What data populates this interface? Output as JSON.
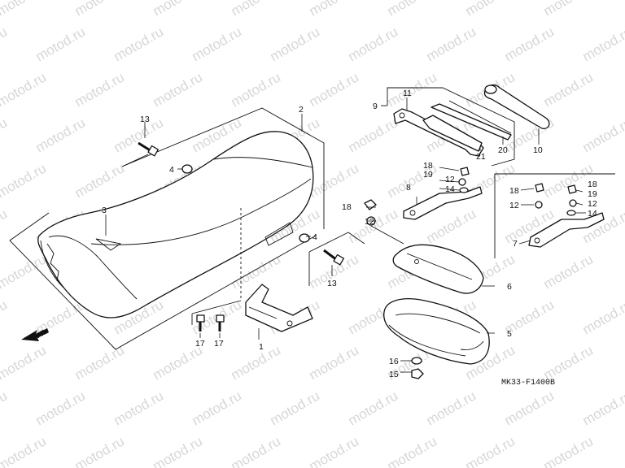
{
  "watermark": "motod.ru",
  "diagram_code": "MK33-F1400B",
  "direction_label": "FR.",
  "callouts": [
    {
      "id": "c1",
      "text": "1"
    },
    {
      "id": "c2",
      "text": "2"
    },
    {
      "id": "c3",
      "text": "3"
    },
    {
      "id": "c4a",
      "text": "4"
    },
    {
      "id": "c4b",
      "text": "4"
    },
    {
      "id": "c5",
      "text": "5"
    },
    {
      "id": "c6",
      "text": "6"
    },
    {
      "id": "c7",
      "text": "7"
    },
    {
      "id": "c8",
      "text": "8"
    },
    {
      "id": "c9",
      "text": "9"
    },
    {
      "id": "c10",
      "text": "10"
    },
    {
      "id": "c11",
      "text": "11"
    },
    {
      "id": "c12a",
      "text": "12"
    },
    {
      "id": "c12b",
      "text": "12"
    },
    {
      "id": "c12c",
      "text": "12"
    },
    {
      "id": "c12d",
      "text": "12"
    },
    {
      "id": "c13a",
      "text": "13"
    },
    {
      "id": "c13b",
      "text": "13"
    },
    {
      "id": "c14a",
      "text": "14"
    },
    {
      "id": "c14b",
      "text": "14"
    },
    {
      "id": "c15",
      "text": "15"
    },
    {
      "id": "c16",
      "text": "16"
    },
    {
      "id": "c17a",
      "text": "17"
    },
    {
      "id": "c17b",
      "text": "17"
    },
    {
      "id": "c18a",
      "text": "18"
    },
    {
      "id": "c18b",
      "text": "18"
    },
    {
      "id": "c18c",
      "text": "18"
    },
    {
      "id": "c19a",
      "text": "19"
    },
    {
      "id": "c19b",
      "text": "19"
    },
    {
      "id": "c20",
      "text": "20"
    },
    {
      "id": "c21",
      "text": "21"
    }
  ]
}
